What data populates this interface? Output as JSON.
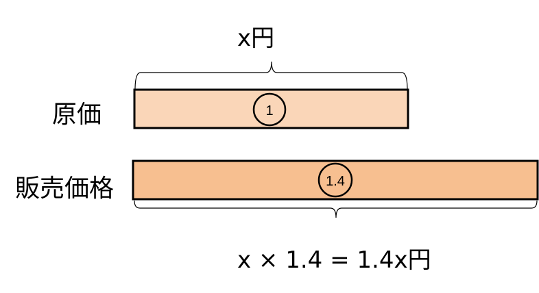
{
  "top_label": "x円",
  "bottom_label": "x × 1.4 = 1.4x円",
  "rows": [
    {
      "label": "原価",
      "ratio": "1",
      "fill": "#FAD6B8"
    },
    {
      "label": "販売価格",
      "ratio": "1.4",
      "fill": "#F7BF90"
    }
  ]
}
